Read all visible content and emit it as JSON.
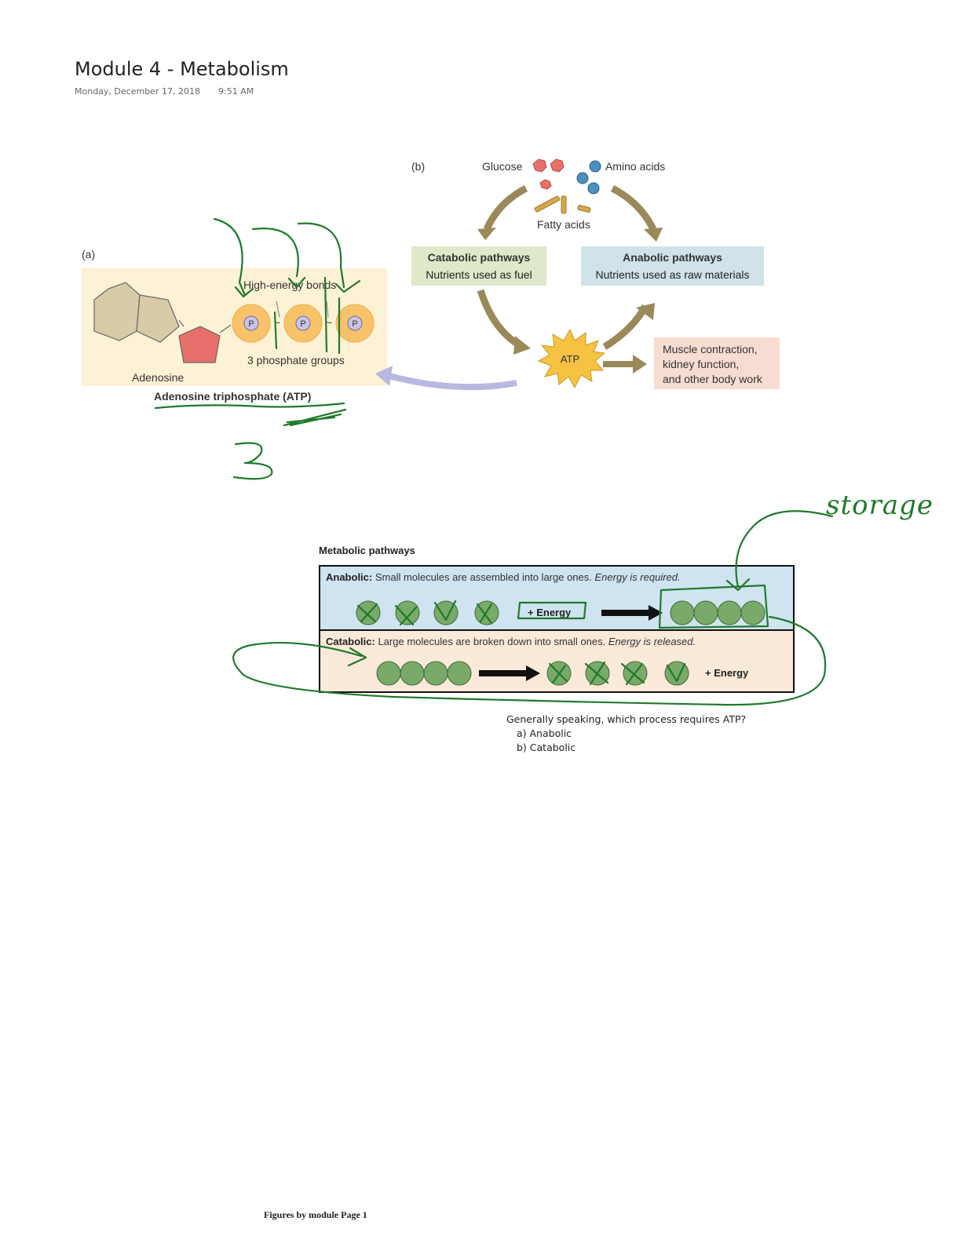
{
  "page": {
    "title": "Module 4 - Metabolism",
    "date": "Monday, December 17, 2018",
    "time": "9:51 AM",
    "footer": "Figures by module Page 1"
  },
  "figure_a": {
    "label": "(a)",
    "high_energy_bonds": "High-energy bonds",
    "phosphate_symbol": "P",
    "phosphate_groups": "3 phosphate groups",
    "adenosine": "Adenosine",
    "caption": "Adenosine triphosphate (ATP)"
  },
  "figure_b": {
    "label": "(b)",
    "glucose": "Glucose",
    "amino_acids": "Amino acids",
    "fatty_acids": "Fatty acids",
    "catabolic_title": "Catabolic pathways",
    "catabolic_sub": "Nutrients used as fuel",
    "anabolic_title": "Anabolic pathways",
    "anabolic_sub": "Nutrients used as raw materials",
    "atp": "ATP",
    "work_line1": "Muscle contraction,",
    "work_line2": "kidney function,",
    "work_line3": "and other body work"
  },
  "metabolic": {
    "title": "Metabolic pathways",
    "anabolic_label": "Anabolic:",
    "anabolic_text": " Small molecules are assembled into large ones. ",
    "anabolic_italic": "Energy is required.",
    "catabolic_label": "Catabolic:",
    "catabolic_text": " Large molecules are broken down into small ones. ",
    "catabolic_italic": "Energy is released.",
    "energy": "+ Energy"
  },
  "annotations": {
    "number": "3",
    "storage": "storage"
  },
  "question": {
    "text": "Generally speaking, which process requires ATP?",
    "options": [
      "a)   Anabolic",
      "b)   Catabolic"
    ]
  },
  "colors": {
    "ink": "#1f7a2a",
    "molecule": "#7aaa6a",
    "phosphate": "#f7c26a",
    "sugar": "#e8706a",
    "base": "#d8cca8"
  }
}
